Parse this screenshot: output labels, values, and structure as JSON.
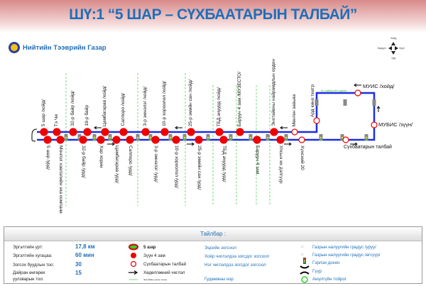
{
  "title": "ШҮ:1 “5 ШАР – СҮХБААТАРЫН ТАЛБАЙ”",
  "org": "Нийтийн Тээврийн Газар",
  "compass": {
    "north": "Хойд",
    "south": "Урд",
    "west": "Баруун",
    "east": "Зүүн"
  },
  "route": {
    "top_stops": [
      "5 шар /хойд/",
      "Тэ Чи",
      "32-р байр /хойд/",
      "19-р байр",
      "Цамбагарав /хойд/",
      "Саппоро /хойд/",
      "3-р эмнэлэг /хойд/",
      "10-р хороолол /хойд/",
      "25-р эмийн сан /хойд/",
      "ТБД ачуурд /хойд/",
      "Баруун 4 зам /МУЗЕСТО/",
      "Энхтайвны найрамдлын ордон",
      "Мөнгөн завьяа"
    ],
    "bottom_stops": [
      "5 шар /урд/",
      "Монгол хэвлэлийн эка компани",
      "32-р байр /урд/",
      "Хар хорин",
      "Цамбагарав /урд/",
      "Саппоро /урд/",
      "3-р эмнэлэг /урд/",
      "10-р хороолол /урд/",
      "25-р эмийн сан /урд/",
      "ТБД ачуурд /урд/",
      "Баруун 4 зам",
      "Улсын их дэлгүүр",
      "Хүнсний 20"
    ],
    "ard": "Ард кино театр",
    "muis": "МУИС /хойд/",
    "mubis": "МУБИС /зүүн/",
    "suh": "Сүхбаатарын талбай",
    "street": "Ж.Самбуугийн гудамж"
  },
  "legend": {
    "title": "Тайлбар :",
    "stats": [
      {
        "label": "Эргэлтийн урт:",
        "value": "17,8 км"
      },
      {
        "label": "Эргэлтийн хугацаа:",
        "value": "60 мин"
      },
      {
        "label": "Зогсох буудлын тоо:",
        "value": "30"
      },
      {
        "label": "Дайран өнгөрөх уулзварын тоо:",
        "value": "15"
      }
    ],
    "symbols": [
      "5 шар",
      "Зүүн 4 зам",
      "Сүхбаатарын талбай",
      "Хөдөлгөөний чиглэл",
      "Энхтайвны өргөн чөлөө"
    ],
    "stops": [
      "Эцсийн зогсоол",
      "Хоёр чиглэлдээ зогсдог зогсоол",
      "Нэг чиглэлдээ зогсдог зогсоол",
      "Гудамжны нэр"
    ],
    "other": [
      "Газрын налуугийн градус /уруу/",
      "Газрын налуугийн градус /өгсүүр/",
      "Гэрлэн дохио",
      "Гүүр",
      "Аюулгүйн тойрог"
    ]
  }
}
